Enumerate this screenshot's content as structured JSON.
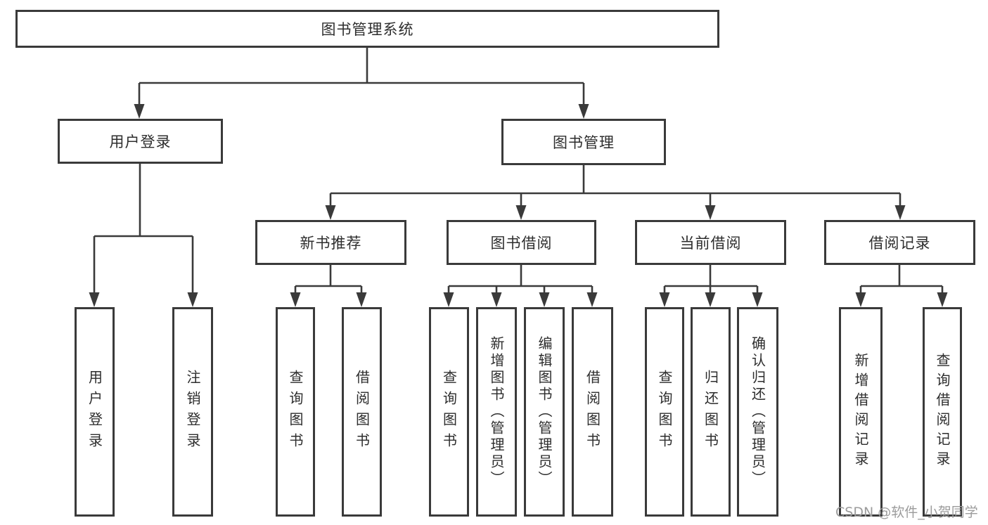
{
  "diagram": {
    "title": "图书管理系统",
    "nodes": [
      {
        "id": "root",
        "label": "图书管理系统"
      },
      {
        "id": "user-login",
        "label": "用户登录"
      },
      {
        "id": "book-management",
        "label": "图书管理"
      },
      {
        "id": "new-book-recommend",
        "label": "新书推荐"
      },
      {
        "id": "book-borrowing",
        "label": "图书借阅"
      },
      {
        "id": "current-borrowing",
        "label": "当前借阅"
      },
      {
        "id": "borrowing-records",
        "label": "借阅记录"
      },
      {
        "id": "leaf-user-login",
        "label": "用户登录"
      },
      {
        "id": "leaf-logout",
        "label": "注销登录"
      },
      {
        "id": "leaf-query-books-a",
        "label": "查询图书"
      },
      {
        "id": "leaf-borrow-books-a",
        "label": "借阅图书"
      },
      {
        "id": "leaf-query-books-b",
        "label": "查询图书"
      },
      {
        "id": "leaf-add-books-admin",
        "label": "新增图书（管理员）"
      },
      {
        "id": "leaf-edit-books-admin",
        "label": "编辑图书（管理员）"
      },
      {
        "id": "leaf-borrow-books-b",
        "label": "借阅图书"
      },
      {
        "id": "leaf-query-books-c",
        "label": "查询图书"
      },
      {
        "id": "leaf-return-books",
        "label": "归还图书"
      },
      {
        "id": "leaf-confirm-return-admin",
        "label": "确认归还（管理员）"
      },
      {
        "id": "leaf-add-borrow-record",
        "label": "新增借阅记录"
      },
      {
        "id": "leaf-query-borrow-record",
        "label": "查询借阅记录"
      }
    ],
    "edges": [
      [
        "root",
        "user-login"
      ],
      [
        "root",
        "book-management"
      ],
      [
        "user-login",
        "leaf-user-login"
      ],
      [
        "user-login",
        "leaf-logout"
      ],
      [
        "book-management",
        "new-book-recommend"
      ],
      [
        "book-management",
        "book-borrowing"
      ],
      [
        "book-management",
        "current-borrowing"
      ],
      [
        "book-management",
        "borrowing-records"
      ],
      [
        "new-book-recommend",
        "leaf-query-books-a"
      ],
      [
        "new-book-recommend",
        "leaf-borrow-books-a"
      ],
      [
        "book-borrowing",
        "leaf-query-books-b"
      ],
      [
        "book-borrowing",
        "leaf-add-books-admin"
      ],
      [
        "book-borrowing",
        "leaf-edit-books-admin"
      ],
      [
        "book-borrowing",
        "leaf-borrow-books-b"
      ],
      [
        "current-borrowing",
        "leaf-query-books-c"
      ],
      [
        "current-borrowing",
        "leaf-return-books"
      ],
      [
        "current-borrowing",
        "leaf-confirm-return-admin"
      ],
      [
        "borrowing-records",
        "leaf-add-borrow-record"
      ],
      [
        "borrowing-records",
        "leaf-query-borrow-record"
      ]
    ],
    "colors": {
      "line": "#3a3a3a",
      "box_border": "#3a3a3a",
      "box_fill": "#ffffff",
      "text": "#2d2d2d",
      "watermark": "#9c9c9c"
    }
  },
  "watermark": {
    "text": "CSDN @软件_小贺同学"
  }
}
